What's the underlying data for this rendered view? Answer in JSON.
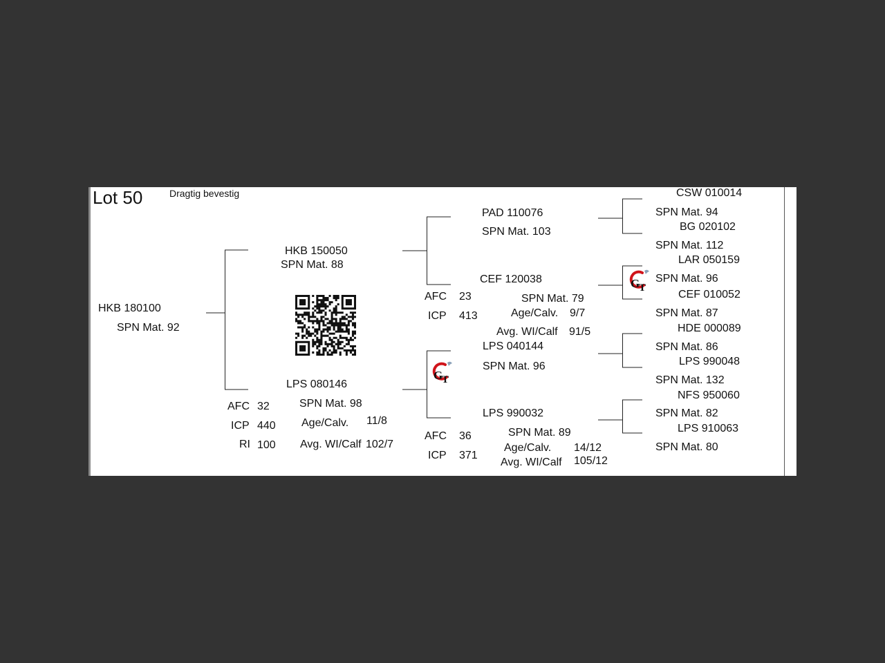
{
  "header": {
    "lot": "Lot 50",
    "status": "Dragtig bevestig"
  },
  "animal": {
    "id": "HKB 180100",
    "spn": "SPN Mat. 92"
  },
  "sire": {
    "id": "HKB 150050",
    "spn": "SPN Mat. 88"
  },
  "dam": {
    "id": "LPS 080146",
    "spn": "SPN Mat. 98",
    "afc_label": "AFC",
    "afc": "32",
    "icp_label": "ICP",
    "icp": "440",
    "ri_label": "RI",
    "ri": "100",
    "age_label": "Age/Calv.",
    "age": "11/8",
    "wi_label": "Avg. WI/Calf",
    "wi": "102/7"
  },
  "sire_sire": {
    "id": "PAD 110076",
    "spn": "SPN Mat. 103"
  },
  "sire_dam": {
    "id": "CEF 120038",
    "spn": "SPN Mat. 79",
    "afc_label": "AFC",
    "afc": "23",
    "icp_label": "ICP",
    "icp": "413",
    "age_label": "Age/Calv.",
    "age": "9/7",
    "wi_label": "Avg. WI/Calf",
    "wi": "91/5"
  },
  "dam_sire": {
    "id": "LPS 040144",
    "spn": "SPN Mat. 96"
  },
  "dam_dam": {
    "id": "LPS 990032",
    "spn": "SPN Mat. 89",
    "afc_label": "AFC",
    "afc": "36",
    "icp_label": "ICP",
    "icp": "371",
    "age_label": "Age/Calv.",
    "age": "14/12",
    "wi_label": "Avg. WI/Calf",
    "wi": "105/12"
  },
  "gen3": [
    {
      "id": "CSW 010014",
      "spn": "SPN Mat. 94"
    },
    {
      "id": "BG  020102",
      "spn": "SPN Mat. 112"
    },
    {
      "id": "LAR 050159",
      "spn": "SPN Mat. 96"
    },
    {
      "id": "CEF 010052",
      "spn": "SPN Mat. 87"
    },
    {
      "id": "HDE 000089",
      "spn": "SPN Mat. 86"
    },
    {
      "id": "LPS 990048",
      "spn": "SPN Mat. 132"
    },
    {
      "id": "NFS 950060",
      "spn": "SPN Mat. 82"
    },
    {
      "id": "LPS 910063",
      "spn": "SPN Mat. 80"
    }
  ],
  "logo": {
    "icon": "gt-logo-icon",
    "accent": "#d0141b"
  }
}
